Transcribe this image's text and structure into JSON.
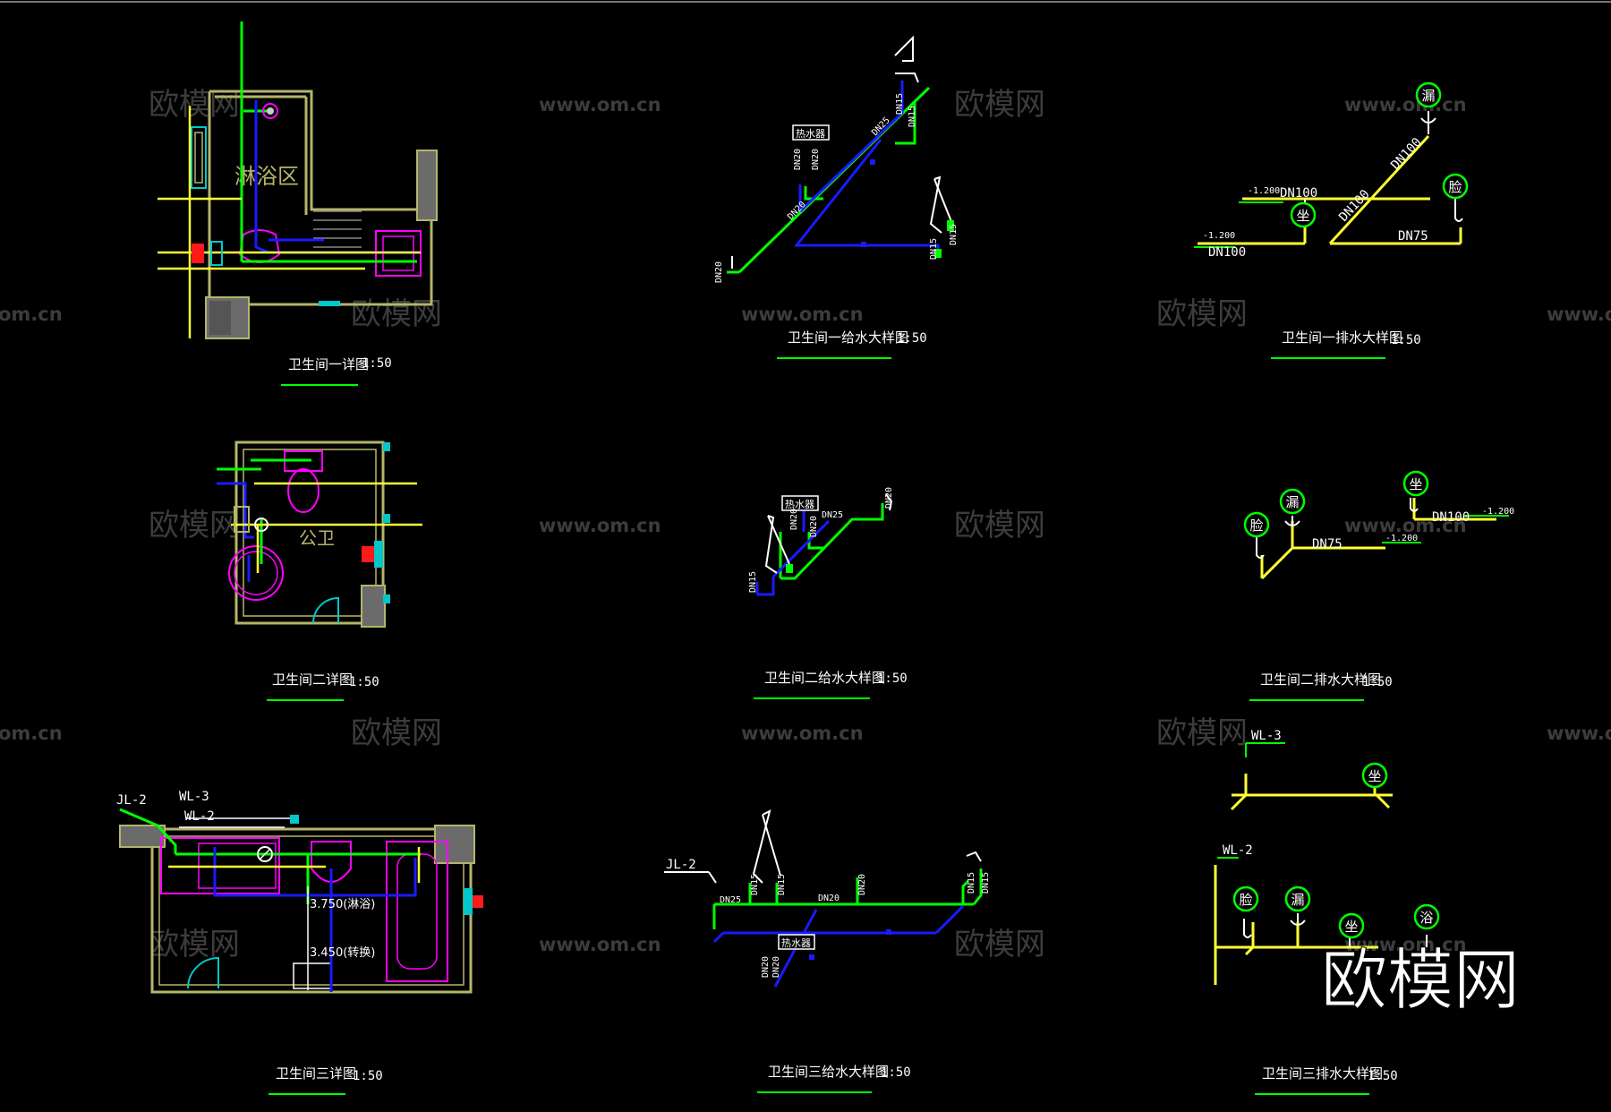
{
  "colors": {
    "background": "#000000",
    "green": "#00ff00",
    "blue": "#1a1aff",
    "yellow": "#ffff33",
    "magenta": "#ff00ff",
    "white": "#ffffff",
    "olive": "#b5b56a",
    "cyan": "#00c8c8",
    "red": "#ff1a1a",
    "watermark": "#3c3c3c"
  },
  "watermarks": {
    "cn": "欧模网",
    "url": "www.om.cn",
    "url_partial": "om.cn",
    "logo": "欧模网"
  },
  "scale": "1:50",
  "panels": {
    "r1c1": {
      "title": "卫生间一详图",
      "room": "淋浴区"
    },
    "r1c2": {
      "title": "卫生间一给水大样图",
      "heater": "热水器",
      "dn15a": "DN15",
      "dn15b": "DN15",
      "dn25": "DN25",
      "dn20a": "DN20",
      "dn20b": "DN20",
      "dn20c": "DN20",
      "dn20d": "DN20",
      "dn15c": "DN15",
      "dn15d": "DN15"
    },
    "r1c3": {
      "title": "卫生间一排水大样图",
      "floor_drain": "漏",
      "sit": "坐",
      "basin": "脸",
      "elev1": "-1.200",
      "elev2": "-1.200",
      "dn100a": "DN100",
      "dn100b": "DN100",
      "dn100c": "DN100",
      "dn100d": "DN100",
      "dn75": "DN75"
    },
    "r2c1": {
      "title": "卫生间二详图",
      "room": "公卫"
    },
    "r2c2": {
      "title": "卫生间二给水大样图",
      "heater": "热水器",
      "dn25": "DN25",
      "dn20a": "DN20",
      "dn20b": "DN20",
      "dn20c": "DN20",
      "dn15": "DN15"
    },
    "r2c3": {
      "title": "卫生间二排水大样图",
      "floor_drain": "漏",
      "sit": "坐",
      "basin": "脸",
      "dn100": "DN100",
      "dn75": "DN75",
      "elev1": "-1.200",
      "elev2": "-1.200"
    },
    "r3c1": {
      "title": "卫生间三详图",
      "jl": "JL-2",
      "wl3": "WL-3",
      "wl2": "WL-2",
      "note1": "3.750(淋浴)",
      "note2": "3.450(转换)"
    },
    "r3c2": {
      "title": "卫生间三给水大样图",
      "jl": "JL-2",
      "heater": "热水器",
      "dn25": "DN25",
      "dn15a": "DN15",
      "dn15b": "DN15",
      "dn20a": "DN20",
      "dn20b": "DN20",
      "dn15c": "DN15",
      "dn15d": "DN15",
      "dn20c": "DN20",
      "dn20d": "DN20"
    },
    "r3c3": {
      "title": "卫生间三排水大样图",
      "wl3": "WL-3",
      "wl2": "WL-2",
      "sit1": "坐",
      "basin": "脸",
      "floor_drain": "漏",
      "sit2": "坐",
      "bath": "浴"
    }
  }
}
